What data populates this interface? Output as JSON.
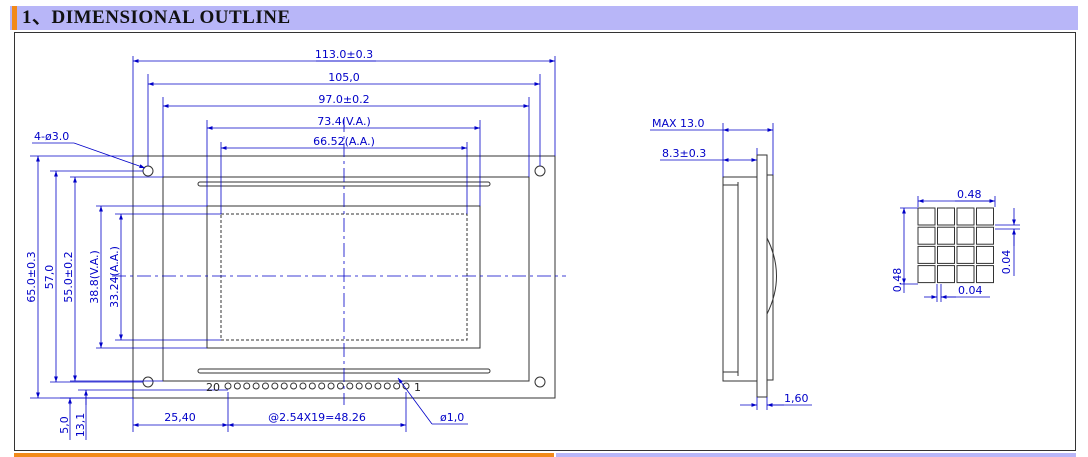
{
  "header": {
    "title": "1、DIMENSIONAL  OUTLINE"
  },
  "colors": {
    "header_bg": "#b8b6f8",
    "accent": "#f28a1a",
    "dimension": "#0000c8",
    "outline": "#333333"
  },
  "front_view": {
    "dims": {
      "outer_width": "113.0±0.3",
      "hole_pitch_x": "105,0",
      "bezel_width": "97.0±0.2",
      "va_width": "73.4(V.A.)",
      "aa_width": "66.52(A.A.)",
      "mount_hole": "4-ø3.0",
      "outer_height": "65.0±0.3",
      "hole_pitch_y": "57,0",
      "bezel_height": "55.0±0.2",
      "va_height": "38.8(V.A.)",
      "aa_height": "33.24(A.A.)",
      "bottom_offset_1": "5,0",
      "bottom_offset_2": "13,1",
      "pin_offset": "25,40",
      "pin_span": "@2.54X19=48.26",
      "pin_diameter": "ø1,0",
      "pin_first": "20",
      "pin_last": "1"
    }
  },
  "side_view": {
    "dims": {
      "max_thickness": "MAX  13.0",
      "body_thickness": "8.3±0.3",
      "pcb_thickness": "1,60"
    }
  },
  "dot_detail": {
    "dims": {
      "dot_pitch_x": "0.48",
      "dot_gap_y": "0.04",
      "dot_pitch_y": "0.48",
      "dot_gap_x": "0.04"
    }
  }
}
